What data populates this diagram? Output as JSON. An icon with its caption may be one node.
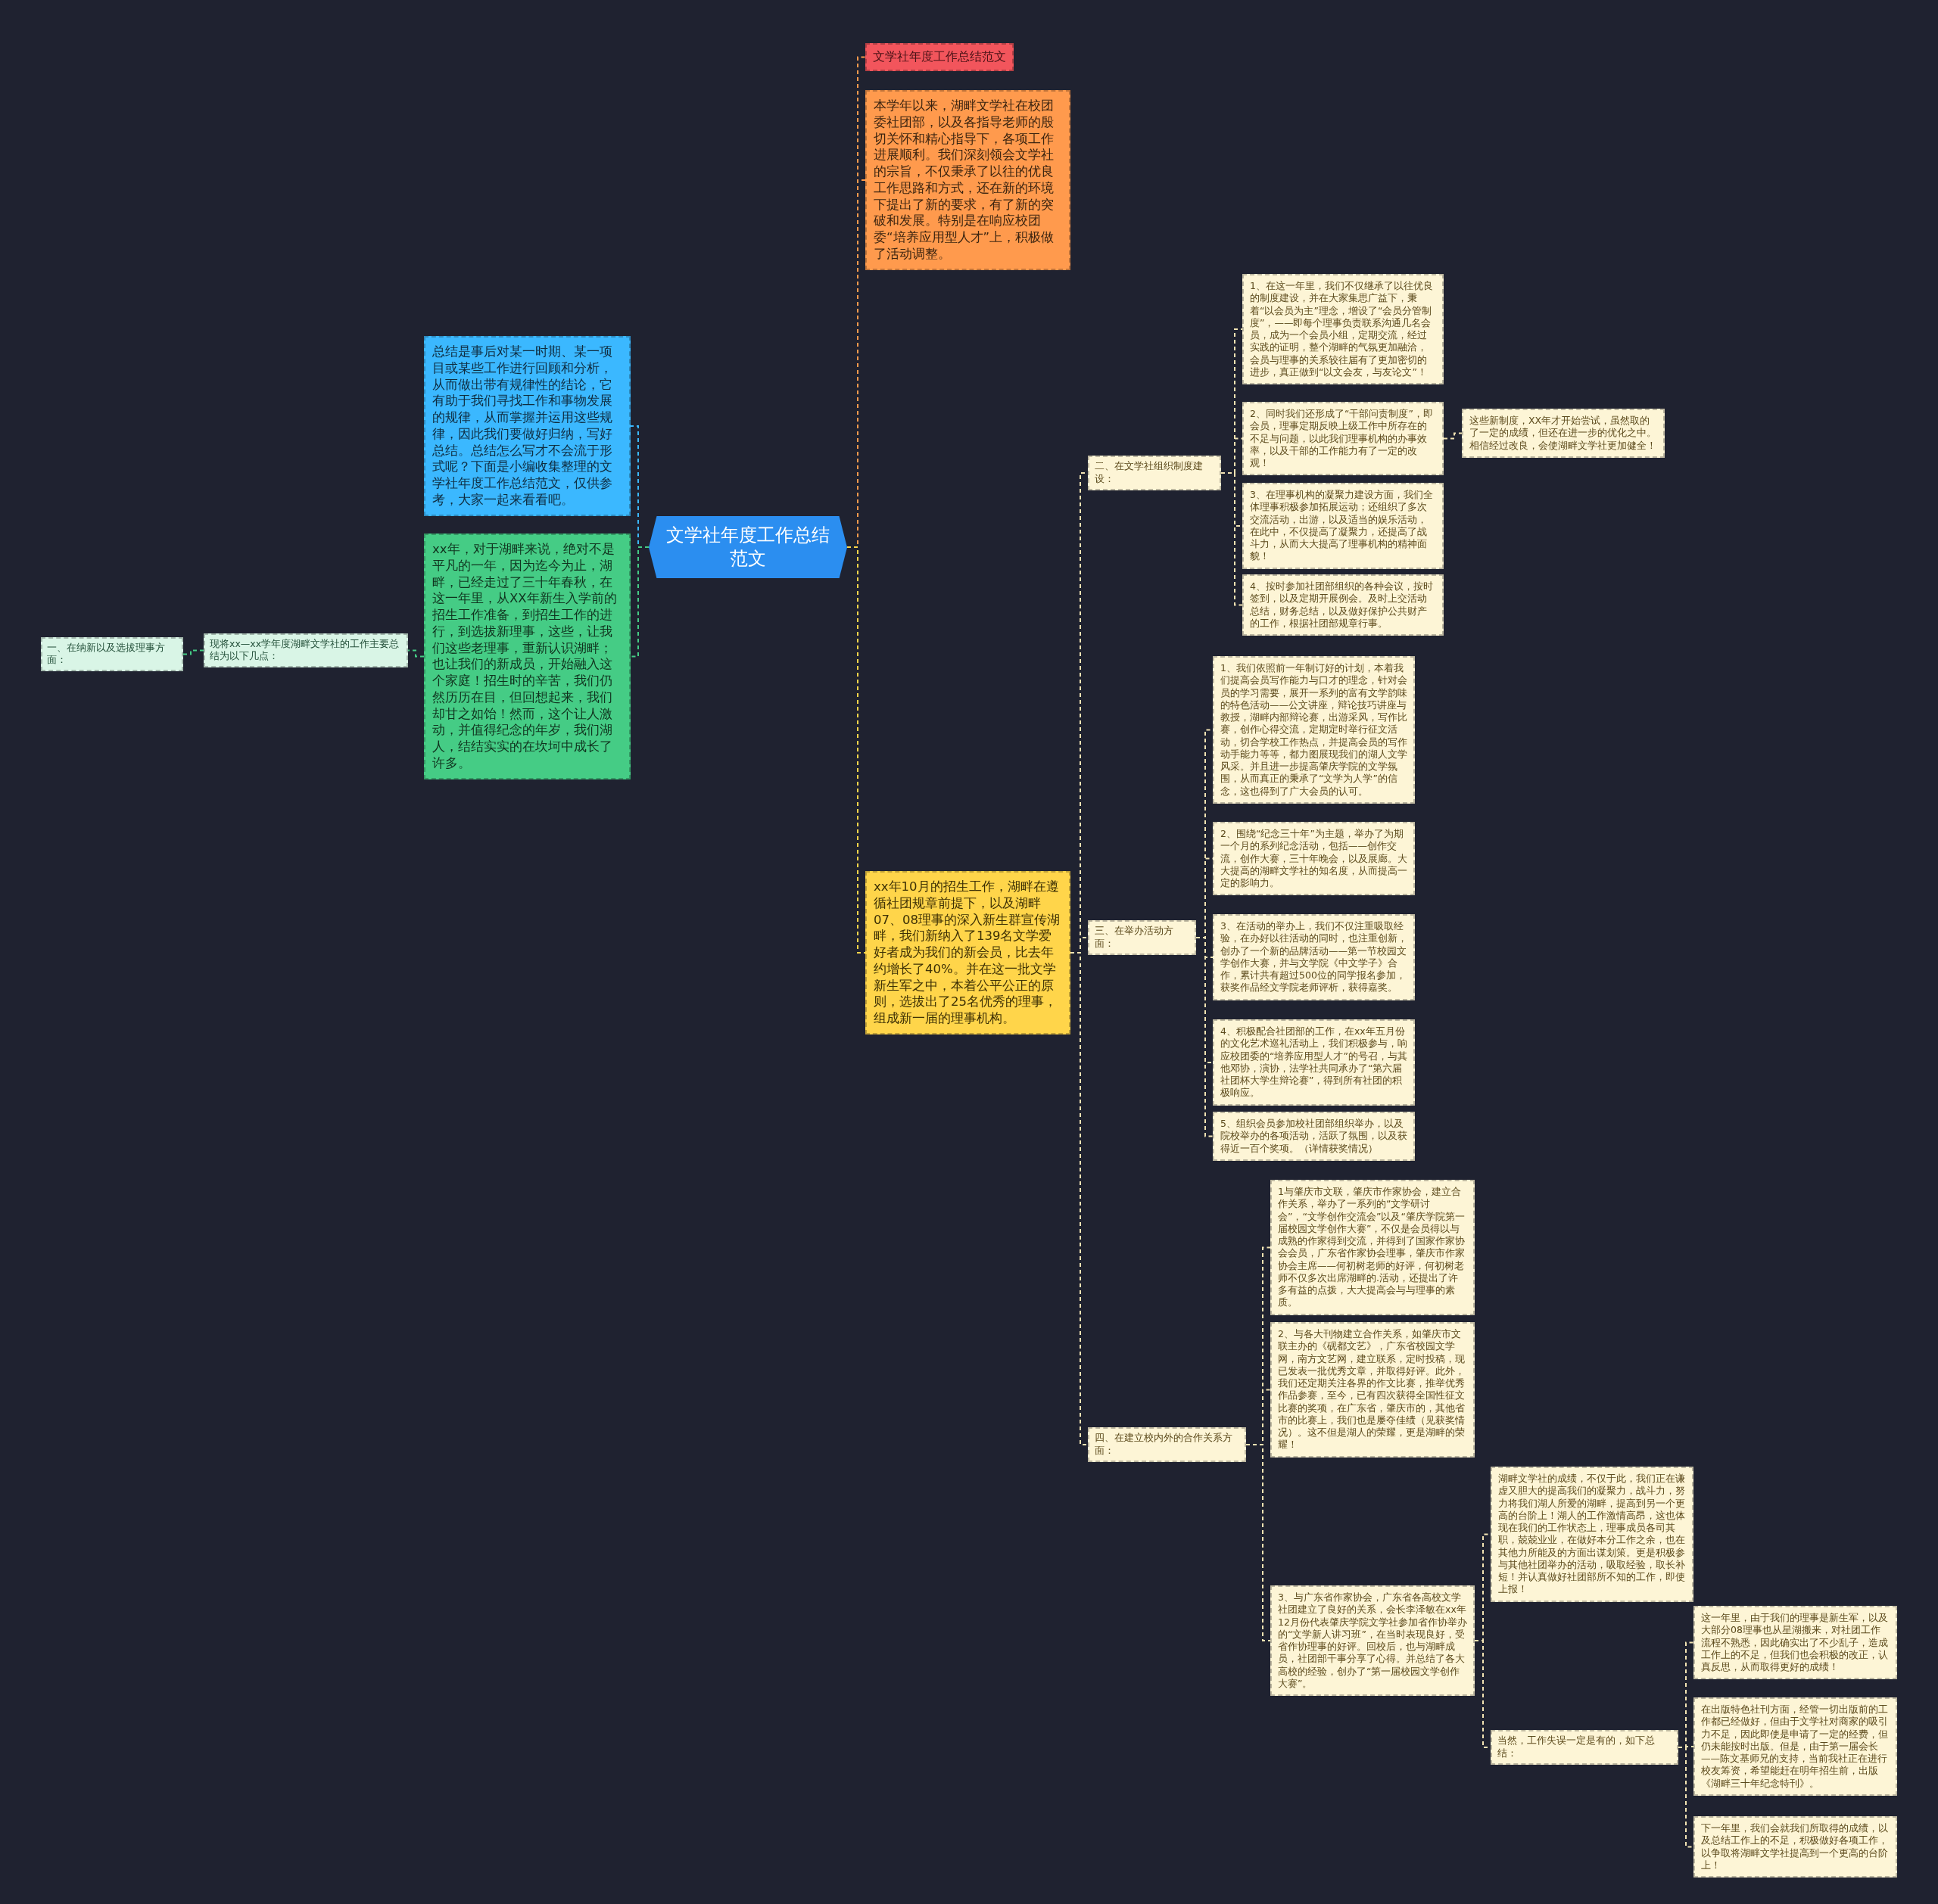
{
  "diagram": {
    "nodes": [
      {
        "text": [
          "文学社年度工作总结范文"
        ]
      },
      {
        "text": [
          "文学社年度工作总结范文"
        ]
      },
      {
        "text": [
          "本学年以来，湖畔文学社在校团委社团部，以及各指导老师的殷切关怀和精心指导下，各项工作进展顺利。我们深刻领会文学社的宗旨，不仅秉承了以往的优良工作思路和方式，还在新的环境下提出了新的要求，有了新的突破和发展。特别是在响应校团委“培养应用型人才”上，积极做了活动调整。"
        ]
      },
      {
        "text": [
          "总结是事后对某一时期、某一项目或某些工作进行回顾和分析，从而做出带有规律性的结论，它有助于我们寻找工作和事物发展的规律，从而掌握并运用这些规律，因此我们要做好归纳，写好总结。总结怎么写才不会流于形式呢？下面是小编收集整理的文学社年度工作总结范文，仅供参考，大家一起来看看吧。"
        ]
      },
      {
        "text": [
          "xx年，对于湖畔来说，绝对不是平凡的一年，因为迄今为止，湖畔，已经走过了三十年春秋，在这一年里，从XX年新生入学前的招生工作准备，到招生工作的进行，到选拔新理事，这些，让我们这些老理事，重新认识湖畔；也让我们的新成员，开始融入这个家庭！招生时的辛苦，我们仍然历历在目，但回想起来，我们却甘之如饴！然而，这个让人激动，并值得纪念的年岁，我们湖人，结结实实的在坎坷中成长了许多。"
        ]
      },
      {
        "text": [
          "现将xx—xx学年度湖畔文学社的工作主要总结为以下几点："
        ]
      },
      {
        "text": [
          "一、在纳新以及选拔理事方面："
        ]
      },
      {
        "text": [
          "xx年10月的招生工作，湖畔在遵循社团规章前提下，以及湖畔07、08理事的深入新生群宣传湖畔，我们新纳入了139名文学爱好者成为我们的新会员，比去年约增长了40%。并在这一批文学新生军之中，本着公平公正的原则，选拔出了25名优秀的理事，组成新一届的理事机构。"
        ]
      },
      {
        "text": [
          "二、在文学社组织制度建设："
        ]
      },
      {
        "text": [
          "1、在这一年里，我们不仅继承了以往优良的制度建设，并在大家集思广益下，秉着“以会员为主”理念，增设了“会员分管制度”，——即每个理事负责联系沟通几名会员，成为一个会员小组，定期交流，经过实践的证明，整个湖畔的气氛更加融洽，会员与理事的关系较往届有了更加密切的进步，真正做到“以文会友，与友论文”！"
        ]
      },
      {
        "text": [
          "2、同时我们还形成了“干部问责制度”，即会员，理事定期反映上级工作中所存在的不足与问题，以此我们理事机构的办事效率，以及干部的工作能力有了一定的改观！"
        ]
      },
      {
        "text": [
          "这些新制度，XX年才开始尝试，虽然取的了一定的成绩，但还在进一步的优化之中。相信经过改良，会使湖畔文学社更加健全！"
        ]
      },
      {
        "text": [
          "3、在理事机构的凝聚力建设方面，我们全体理事积极参加拓展运动；还组织了多次交流活动，出游，以及适当的娱乐活动，在此中，不仅提高了凝聚力，还提高了战斗力，从而大大提高了理事机构的精神面貌！"
        ]
      },
      {
        "text": [
          "4、按时参加社团部组织的各种会议，按时签到，以及定期开展例会。及时上交活动总结，财务总结，以及做好保护公共财产的工作，根据社团部规章行事。"
        ]
      },
      {
        "text": [
          "三、在举办活动方面："
        ]
      },
      {
        "text": [
          "1、我们依照前一年制订好的计划，本着我们提高会员写作能力与口才的理念，针对会员的学习需要，展开一系列的富有文学韵味的特色活动——公文讲座，辩论技巧讲座与教授，湖畔内部辩论赛，出游采风，写作比赛，创作心得交流，定期定时举行征文活动，切合学校工作热点，并提高会员的写作动手能力等等，都力图展现我们的湖人文学风采。并且进一步提高肇庆学院的文学氛围，从而真正的秉承了“文学为人学”的信念，这也得到了广大会员的认可。"
        ]
      },
      {
        "text": [
          "2、围绕“纪念三十年”为主题，举办了为期一个月的系列纪念活动，包括——创作交流，创作大赛，三十年晚会，以及展廊。大大提高的湖畔文学社的知名度，从而提高一定的影响力。"
        ]
      },
      {
        "text": [
          "3、在活动的举办上，我们不仅注重吸取经验，在办好以往活动的同时，也注重创新，创办了一个新的品牌活动——第一节校园文学创作大赛，并与文学院《中文学子》合作，累计共有超过500位的同学报名参加，获奖作品经文学院老师评析，获得嘉奖。"
        ]
      },
      {
        "text": [
          "4、积极配合社团部的工作，在xx年五月份的文化艺术巡礼活动上，我们积极参与，响应校团委的“培养应用型人才”的号召，与其他邓协，演协，法学社共同承办了“第六届社团杯大学生辩论赛”，得到所有社团的积极响应。"
        ]
      },
      {
        "text": [
          "5、组织会员参加校社团部组织举办，以及院校举办的各项活动，活跃了氛围，以及获得近一百个奖项。（详情获奖情况）"
        ]
      },
      {
        "text": [
          "四、在建立校内外的合作关系方面："
        ]
      },
      {
        "text": [
          "1与肇庆市文联，肇庆市作家协会，建立合作关系，举办了一系列的“文学研讨会”，“文学创作交流会”以及“肇庆学院第一届校园文学创作大赛”，不仅是会员得以与成熟的作家得到交流，并得到了国家作家协会会员，广东省作家协会理事，肇庆市作家协会主席——何初树老师的好评，何初树老师不仅多次出席湖畔的.活动，还提出了许多有益的点拨，大大提高会与与理事的素质。"
        ]
      },
      {
        "text": [
          "2、与各大刊物建立合作关系，如肇庆市文联主办的《砚都文艺》，广东省校园文学网，南方文艺网，建立联系，定时投稿，现已发表一批优秀文章，并取得好评。此外，我们还定期关注各界的作文比赛，推举优秀作品参赛，至今，已有四次获得全国性征文比赛的奖项，在广东省，肇庆市的，其他省市的比赛上，我们也是屡夺佳绩（见获奖情况）。这不但是湖人的荣耀，更是湖畔的荣耀！"
        ]
      },
      {
        "text": [
          "3、与广东省作家协会，广东省各高校文学社团建立了良好的关系，会长李泽敏在xx年12月份代表肇庆学院文学社参加省作协举办的“文学新人讲习班”，在当时表现良好，受省作协理事的好评。回校后，也与湖畔成员，社团部干事分享了心得。并总结了各大高校的经验，创办了“第一届校园文学创作大赛”。"
        ]
      },
      {
        "text": [
          "湖畔文学社的成绩，不仅于此，我们正在谦虚又胆大的提高我们的凝聚力，战斗力，努力将我们湖人所爱的湖畔，提高到另一个更高的台阶上！湖人的工作激情高昂，这也体现在我们的工作状态上，理事成员各司其职，兢兢业业，在做好本分工作之余，也在其他力所能及的方面出谋划策。更是积极参与其他社团举办的活动，吸取经验，取长补短！并认真做好社团部所不知的工作，即使上报！"
        ]
      },
      {
        "text": [
          "当然，工作失误一定是有的，如下总结："
        ]
      },
      {
        "text": [
          "这一年里，由于我们的理事是新生军，以及大部分08理事也从星湖搬来，对社团工作流程不熟悉，因此确实出了不少乱子，造成工作上的不足，但我们也会积极的改正，认真反思，从而取得更好的成绩！"
        ]
      },
      {
        "text": [
          "在出版特色社刊方面，经管一切出版前的工作都已经做好，但由于文学社对商家的吸引力不足，因此即使是申请了一定的经费，但仍未能按时出版。但是，由于第一届会长——陈文基师兄的支持，当前我社正在进行校友筹资，希望能赶在明年招生前，出版《湖畔三十年纪念特刊》。"
        ]
      },
      {
        "text": [
          "下一年里，我们会就我们所取得的成绩，以及总结工作上的不足，积极做好各项工作，以争取将湖畔文学社提高到一个更高的台阶上！"
        ]
      }
    ],
    "edges": [
      {
        "from": 0,
        "to": 1,
        "arrow": "none",
        "color": "#ff9a4d"
      },
      {
        "from": 0,
        "to": 2,
        "arrow": "none",
        "color": "#ff9a4d"
      },
      {
        "from": 0,
        "to": 7,
        "arrow": "none",
        "color": "#ffd54a"
      },
      {
        "from": 0,
        "to": 3,
        "arrow": "none",
        "color": "#3bb8ff"
      },
      {
        "from": 0,
        "to": 4,
        "arrow": "none",
        "color": "#45cc85"
      },
      {
        "from": 4,
        "to": 5,
        "arrow": "none",
        "color": "#45cc85"
      },
      {
        "from": 5,
        "to": 6,
        "arrow": "none",
        "color": "#45cc85"
      },
      {
        "from": 7,
        "to": 8,
        "arrow": "none"
      },
      {
        "from": 7,
        "to": 14,
        "arrow": "none"
      },
      {
        "from": 7,
        "to": 20,
        "arrow": "none"
      },
      {
        "from": 8,
        "to": 9,
        "arrow": "none"
      },
      {
        "from": 8,
        "to": 10,
        "arrow": "none"
      },
      {
        "from": 8,
        "to": 12,
        "arrow": "none"
      },
      {
        "from": 8,
        "to": 13,
        "arrow": "none"
      },
      {
        "from": 10,
        "to": 11,
        "arrow": "none"
      },
      {
        "from": 14,
        "to": 15,
        "arrow": "none"
      },
      {
        "from": 14,
        "to": 16,
        "arrow": "none"
      },
      {
        "from": 14,
        "to": 17,
        "arrow": "none"
      },
      {
        "from": 14,
        "to": 18,
        "arrow": "none"
      },
      {
        "from": 14,
        "to": 19,
        "arrow": "none"
      },
      {
        "from": 20,
        "to": 21,
        "arrow": "none"
      },
      {
        "from": 20,
        "to": 22,
        "arrow": "none"
      },
      {
        "from": 20,
        "to": 23,
        "arrow": "none"
      },
      {
        "from": 23,
        "to": 24,
        "arrow": "none"
      },
      {
        "from": 23,
        "to": 25,
        "arrow": "none"
      },
      {
        "from": 25,
        "to": 26,
        "arrow": "none"
      },
      {
        "from": 25,
        "to": 27,
        "arrow": "none"
      },
      {
        "from": 25,
        "to": 28,
        "arrow": "none"
      }
    ]
  }
}
